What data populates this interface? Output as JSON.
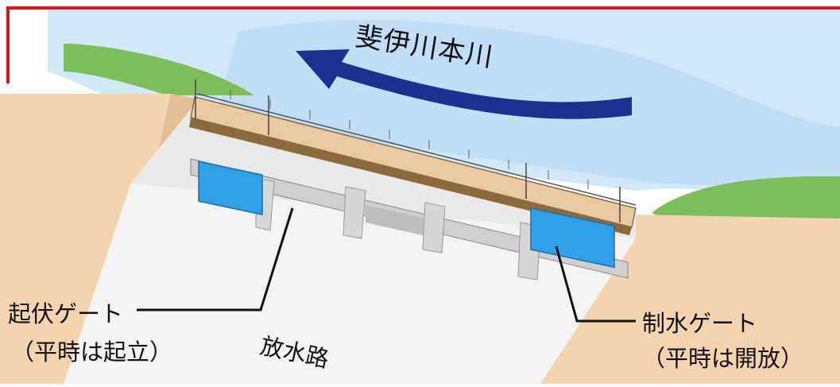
{
  "labels": {
    "river": "斐伊川本川",
    "flap_gate": "起伏ゲート",
    "flap_gate_note": "（平時は起立）",
    "spillway": "放水路",
    "control_gate": "制水ゲート",
    "control_gate_note": "（平時は開放）"
  },
  "colors": {
    "frame_red": "#e0131a",
    "river_blue": "#cfe6f7",
    "arrow_navy": "#1f2f8f",
    "gate_blue": "#2fa0e6",
    "bank_green": "#7cbf5a",
    "embankment": "#f1d3ad",
    "concrete": "#d9d9d9"
  }
}
